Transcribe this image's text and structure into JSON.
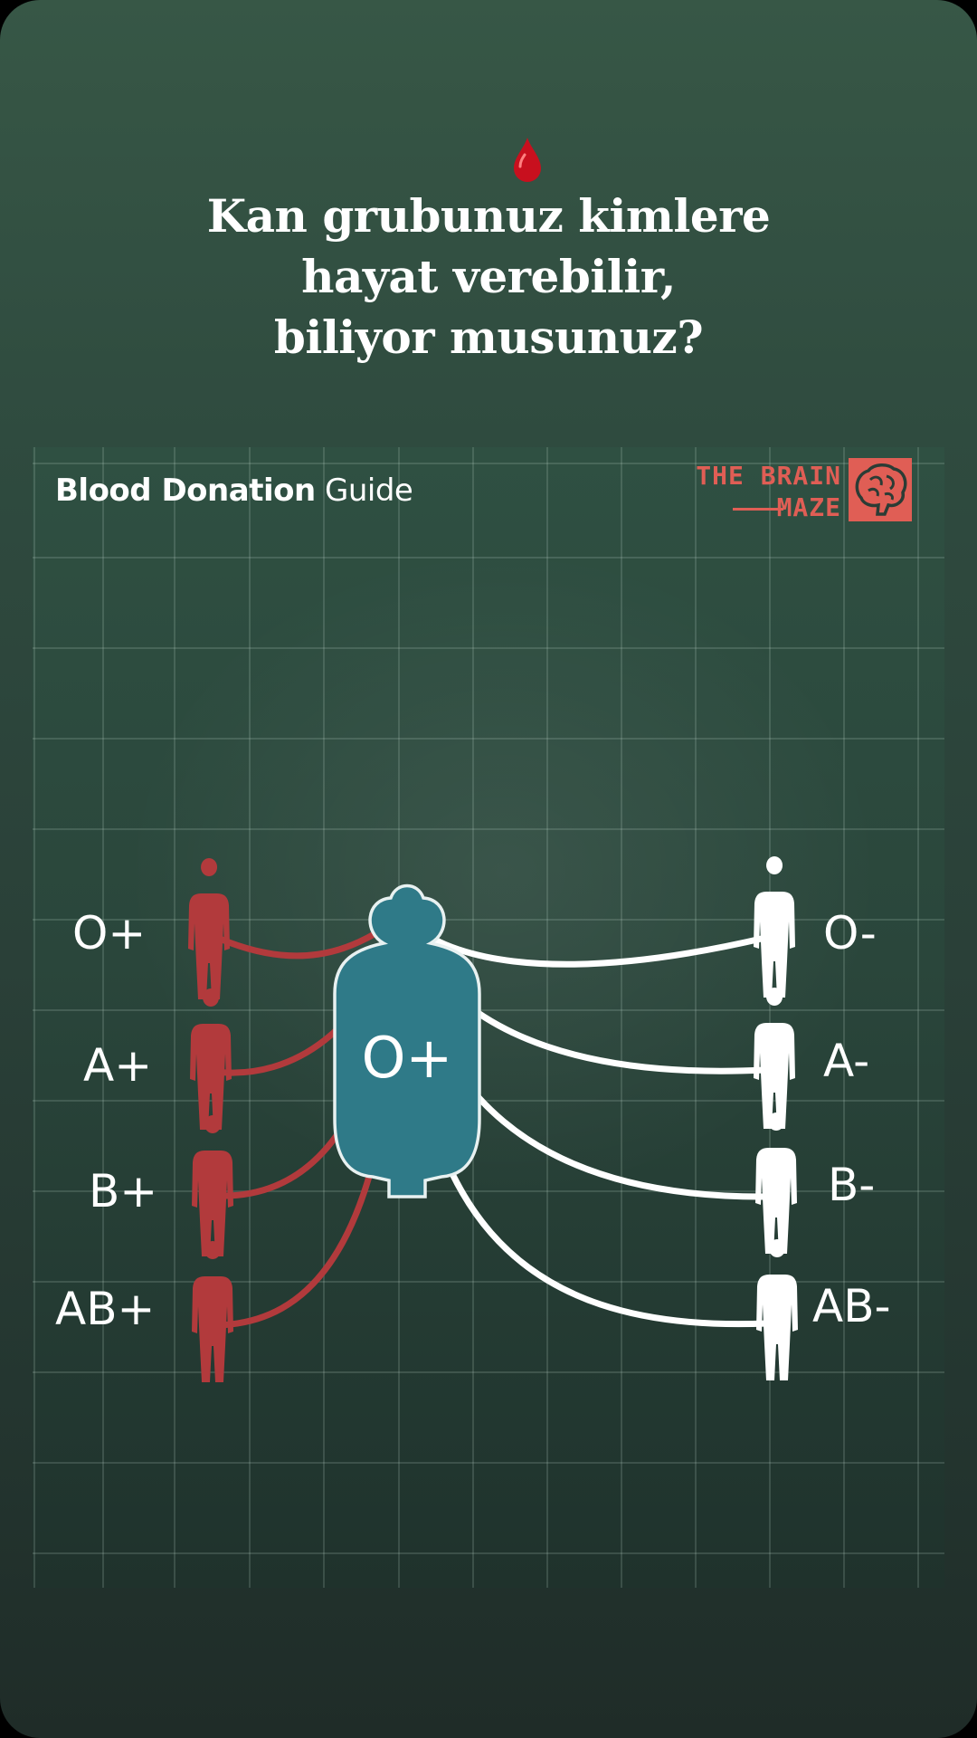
{
  "headline": {
    "line1": "Kan grubunuz kimlere",
    "line2": "hayat  verebilir,",
    "line3": "biliyor musunuz?"
  },
  "guide": {
    "title_bold": "Blood Donation",
    "title_regular": "Guide"
  },
  "logo": {
    "line1": "THE BRAIN",
    "line2": "MAZE"
  },
  "donor": {
    "type": "O+"
  },
  "recipients": {
    "left": [
      "O+",
      "A+",
      "B+",
      "AB+"
    ],
    "right": [
      "O-",
      "A-",
      "B-",
      "AB-"
    ]
  },
  "colors": {
    "bag": "#2f7a88",
    "left_recipient": "#b23a3c",
    "right_recipient": "#ffffff",
    "logo": "#e05e55",
    "drop": "#c8101e"
  },
  "icons": {
    "drop": "blood-drop-icon",
    "person": "person-silhouette-icon",
    "bag": "blood-bag-icon",
    "logo": "brain-maze-icon"
  }
}
